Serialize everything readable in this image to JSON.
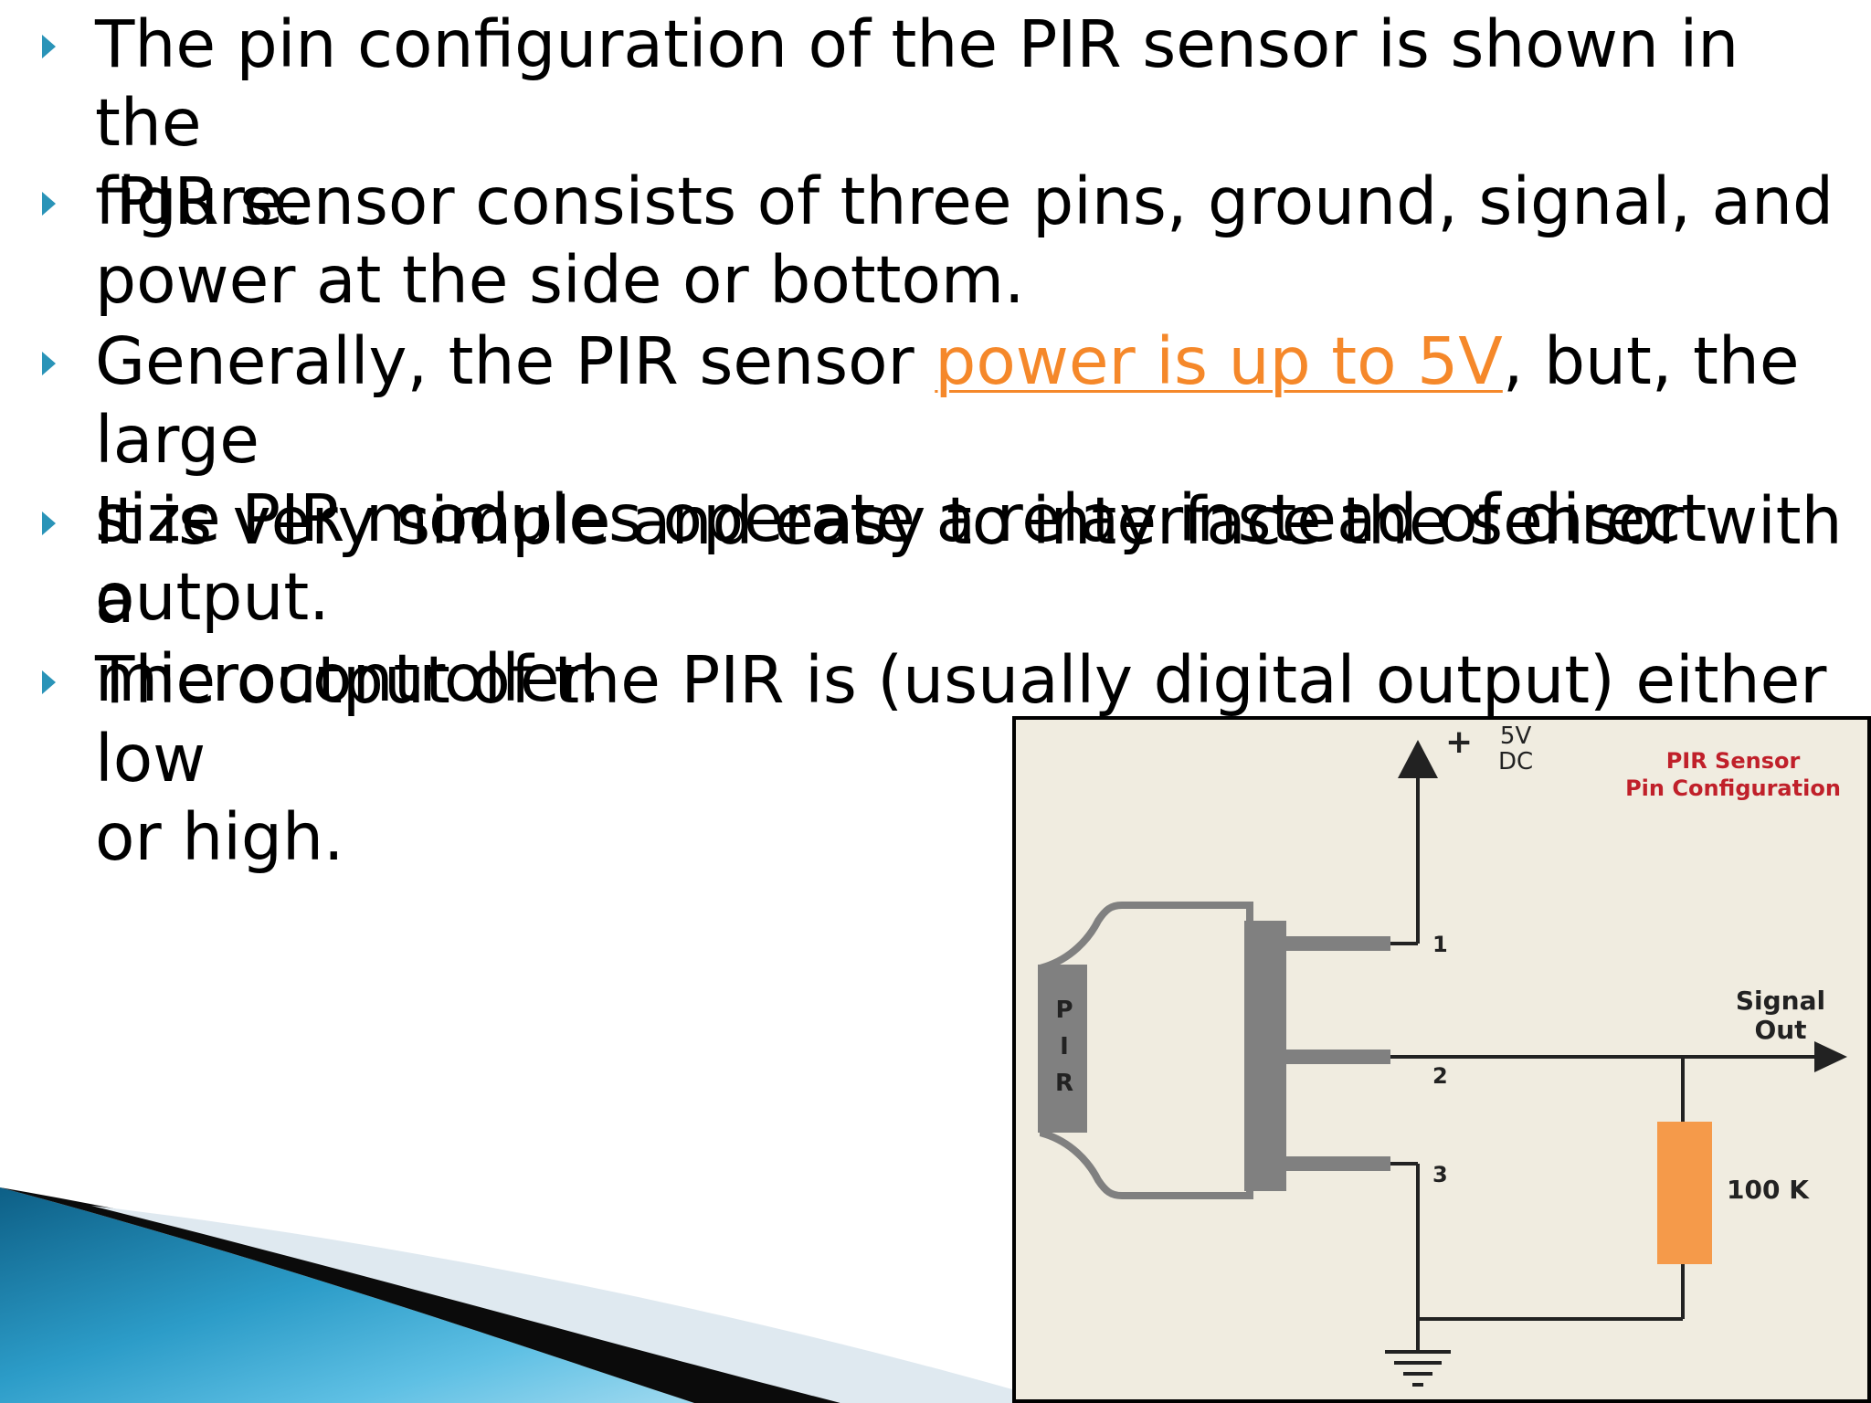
{
  "bullets": [
    {
      "text": "The pin configuration of the PIR sensor is shown in the\nfigure."
    },
    {
      "text": " PIR sensor consists of three pins, ground, signal, and\npower at the side or bottom."
    },
    {
      "before": "Generally, the PIR sensor ",
      "link": "power is up to 5V",
      "after": ", but, the large\nsize PIR modules operate a relay instead of direct output."
    },
    {
      "text": "It is very simple and easy to interface the sensor with a\nmicrocontroller."
    },
    {
      "text": "The output of the PIR is (usually digital output) either low\nor high."
    }
  ],
  "figure": {
    "title_line1": "PIR Sensor",
    "title_line2": "Pin Configuration",
    "supply_plus": "+",
    "supply_line1": "5V",
    "supply_line2": "DC",
    "sensor_letters": [
      "P",
      "I",
      "R"
    ],
    "pin1": "1",
    "pin2": "2",
    "pin3": "3",
    "signal_line1": "Signal",
    "signal_line2": "Out",
    "resistor": "100 K"
  },
  "colors": {
    "bullet_marker": "#2a94b8",
    "link": "#f5882a",
    "figure_title": "#c0202a",
    "resistor": "#f59a4a",
    "figure_background": "#f0ece0"
  }
}
